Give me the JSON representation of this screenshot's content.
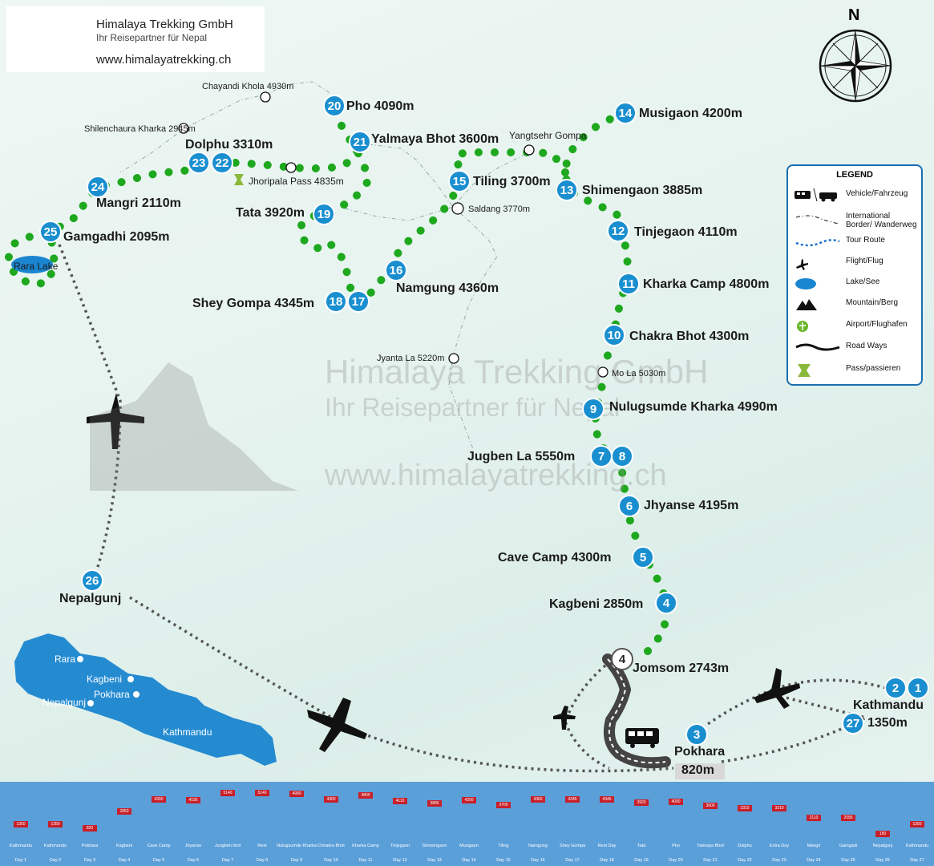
{
  "logo": {
    "company": "Himalaya Trekking GmbH",
    "tagline": "Ihr Reisepartner für Nepal",
    "url": "www.himalayatrekking.ch"
  },
  "watermark": {
    "line1": "Himalaya Trekking GmbH",
    "line2": "Ihr Reisepartner für Nepal",
    "line3": "www.himalayatrekking.ch"
  },
  "compass": {
    "north": "N"
  },
  "stops": [
    {
      "num": "1",
      "name": "Kathmandu"
    },
    {
      "num": "2",
      "name": "Kathmandu"
    },
    {
      "num": "3",
      "name": "Pokhara"
    },
    {
      "num": "4",
      "name": "Kagbeni 2850m"
    },
    {
      "num": "5",
      "name": "Cave Camp 4300m"
    },
    {
      "num": "6",
      "name": "Jhyanse 4195m"
    },
    {
      "num": "7",
      "name": "Jugben La 5550m"
    },
    {
      "num": "8",
      "name": ""
    },
    {
      "num": "9",
      "name": "Nulugsumde Kharka 4990m"
    },
    {
      "num": "10",
      "name": "Chakra Bhot 4300m"
    },
    {
      "num": "11",
      "name": "Kharka Camp 4800m"
    },
    {
      "num": "12",
      "name": "Tinjegaon 4110m"
    },
    {
      "num": "13",
      "name": "Shimengaon 3885m"
    },
    {
      "num": "14",
      "name": "Musigaon 4200m"
    },
    {
      "num": "15",
      "name": "Tiling 3700m"
    },
    {
      "num": "16",
      "name": "Namgung 4360m"
    },
    {
      "num": "17",
      "name": "Shey Gompa 4345m"
    },
    {
      "num": "18",
      "name": ""
    },
    {
      "num": "19",
      "name": "Tata 3920m"
    },
    {
      "num": "20",
      "name": "Pho 4090m"
    },
    {
      "num": "21",
      "name": "Yalmaya Bhot 3600m"
    },
    {
      "num": "22",
      "name": "Dolphu 3310m"
    },
    {
      "num": "23",
      "name": ""
    },
    {
      "num": "24",
      "name": "Mangri 2110m"
    },
    {
      "num": "25",
      "name": "Gamgadhi 2095m"
    },
    {
      "num": "26",
      "name": "Nepalgunj"
    },
    {
      "num": "27",
      "name": "Kathmandu"
    }
  ],
  "labels": {
    "jomsom": "Jomsom 2743m",
    "jomsom_num": "4",
    "kathmandu_alt": "1350m",
    "pokhara_alt": "820m",
    "rara_lake": "Rara Lake"
  },
  "small_labels": {
    "chayandi": "Chayandi Khola 4930m",
    "shilenchaura": "Shilenchaura Kharka 2945m",
    "jhoripala": "Jhoripala Pass 4835m",
    "yangtsehr": "Yangtsehr Gompa",
    "saldang": "Saldang 3770m",
    "jyanta": "Jyanta La 5220m",
    "mola": "Mo La 5030m"
  },
  "inset": {
    "rara": "Rara",
    "kagbeni": "Kagbeni",
    "pokhara": "Pokhara",
    "nepalgunj": "Nepalgunj",
    "kathmandu": "Kathmandu"
  },
  "legend": {
    "title": "LEGEND",
    "items": [
      "Vehicle/Fahrzeug",
      "International Border/ Wanderweg",
      "Tour Route",
      "Flight/Flug",
      "Lake/See",
      "Mountain/Berg",
      "Airport/Flughafen",
      "Road Ways",
      "Pass/passieren"
    ]
  },
  "colors": {
    "route": "#1ea81e",
    "badge": "#1a8fd0",
    "band": "#5b9fd9",
    "lake": "#1a85d0",
    "elev": "#c8202a"
  },
  "elevation_profile": [
    {
      "day": "Day 1",
      "place": "Kathmandu",
      "alt": 1350
    },
    {
      "day": "Day 2",
      "place": "Kathmandu",
      "alt": 1350
    },
    {
      "day": "Day 3",
      "place": "Pokhara",
      "alt": 820
    },
    {
      "day": "Day 4",
      "place": "Kagbeni",
      "alt": 2850
    },
    {
      "day": "Day 5",
      "place": "Cave Camp",
      "alt": 4300
    },
    {
      "day": "Day 6",
      "place": "Jhyanse",
      "alt": 4195
    },
    {
      "day": "Day 7",
      "place": "Jungben limit",
      "alt": 5140
    },
    {
      "day": "Day 8",
      "place": "Rest",
      "alt": 5140
    },
    {
      "day": "Day 9",
      "place": "Nulugsumde Kharka",
      "alt": 4990
    },
    {
      "day": "Day 10",
      "place": "Chhakra Bhot",
      "alt": 4300
    },
    {
      "day": "Day 11",
      "place": "Kharka Camp",
      "alt": 4800
    },
    {
      "day": "Day 12",
      "place": "Tinjegaon",
      "alt": 4110
    },
    {
      "day": "Day 13",
      "place": "Shimengaon",
      "alt": 3885
    },
    {
      "day": "Day 14",
      "place": "Musigaon",
      "alt": 4200
    },
    {
      "day": "Day 15",
      "place": "Tiling",
      "alt": 3700
    },
    {
      "day": "Day 16",
      "place": "Namgung",
      "alt": 4360
    },
    {
      "day": "Day 17",
      "place": "Shey Gompa",
      "alt": 4345
    },
    {
      "day": "Day 18",
      "place": "Rest Day",
      "alt": 4345
    },
    {
      "day": "Day 19",
      "place": "Tata",
      "alt": 3920
    },
    {
      "day": "Day 20",
      "place": "Pho",
      "alt": 4090
    },
    {
      "day": "Day 21",
      "place": "Yalmaya Bhot",
      "alt": 3600
    },
    {
      "day": "Day 22",
      "place": "Dolphu",
      "alt": 3310
    },
    {
      "day": "Day 23",
      "place": "Extra Day",
      "alt": 3310
    },
    {
      "day": "Day 24",
      "place": "Mangri",
      "alt": 2110
    },
    {
      "day": "Day 25",
      "place": "Gamgadi",
      "alt": 2095
    },
    {
      "day": "Day 26",
      "place": "Nepalgunj",
      "alt": 150
    },
    {
      "day": "Day 27",
      "place": "Kathmandu",
      "alt": 1350
    }
  ]
}
